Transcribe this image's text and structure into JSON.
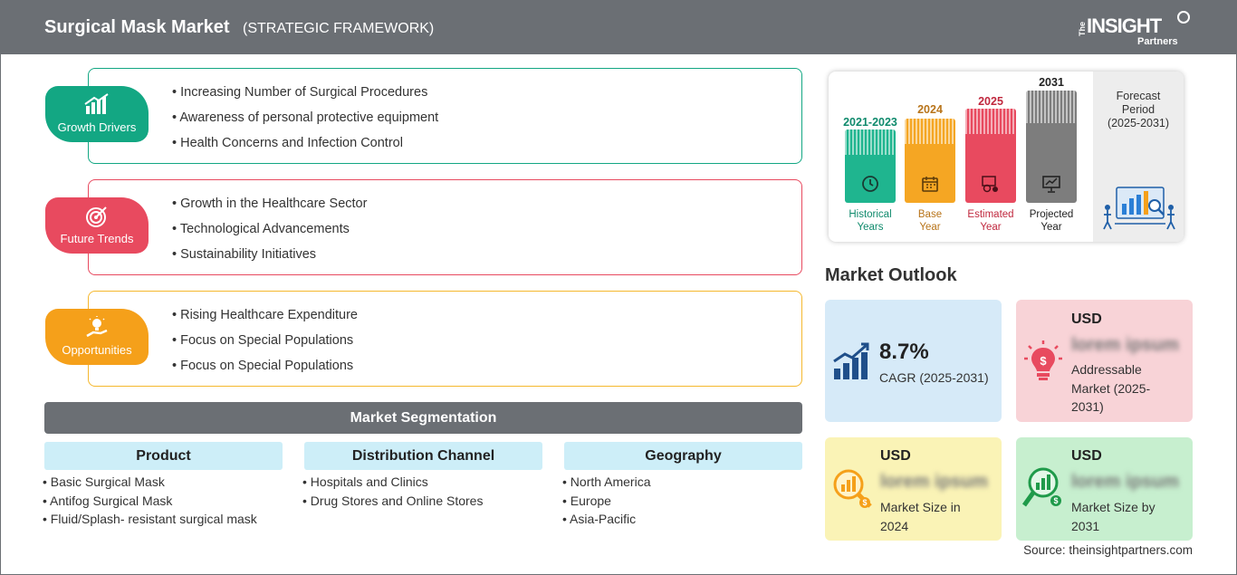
{
  "header": {
    "title": "Surgical Mask Market",
    "subtitle": "(STRATEGIC FRAMEWORK)",
    "logo_the": "The",
    "logo_insight": "INSIGHT",
    "logo_partners": "Partners"
  },
  "drivers": [
    {
      "label": "Growth Drivers",
      "color": "#13a783",
      "icon": "growth-chart-icon",
      "items": [
        "Increasing Number of Surgical Procedures",
        "Awareness of personal protective equipment",
        "Health Concerns and Infection Control"
      ]
    },
    {
      "label": "Future Trends",
      "color": "#e84a5f",
      "icon": "target-icon",
      "items": [
        "Growth in the Healthcare Sector",
        "Technological Advancements",
        "Sustainability Initiatives"
      ]
    },
    {
      "label": "Opportunities",
      "color": "#f5a01a",
      "icon": "idea-hand-icon",
      "items": [
        "Rising Healthcare Expenditure",
        "Focus on Special Populations",
        "Focus on Special Populations"
      ]
    }
  ],
  "segmentation": {
    "title": "Market Segmentation",
    "columns": [
      {
        "heading": "Product",
        "items": [
          "Basic Surgical Mask",
          "Antifog Surgical Mask",
          "Fluid/Splash- resistant surgical mask"
        ]
      },
      {
        "heading": "Distribution Channel",
        "items": [
          "Hospitals and Clinics",
          "Drug Stores and Online Stores"
        ]
      },
      {
        "heading": "Geography",
        "items": [
          "North America",
          "Europe",
          "Asia-Pacific"
        ]
      }
    ]
  },
  "timeline": {
    "columns": [
      {
        "year": "2021-2023",
        "caption_line1": "Historical",
        "caption_line2": "Years",
        "color": "#1fb58f",
        "year_color": "#0f8a6c",
        "icon": "history-icon"
      },
      {
        "year": "2024",
        "caption_line1": "Base",
        "caption_line2": "Year",
        "color": "#f5a623",
        "year_color": "#b8741a",
        "icon": "calendar-icon"
      },
      {
        "year": "2025",
        "caption_line1": "Estimated",
        "caption_line2": "Year",
        "color": "#e84a5f",
        "year_color": "#c0283e",
        "icon": "gears-icon"
      },
      {
        "year": "2031",
        "caption_line1": "Projected",
        "caption_line2": "Year",
        "color": "#7d7d7d",
        "year_color": "#222222",
        "icon": "presentation-icon"
      }
    ],
    "forecast_line1": "Forecast",
    "forecast_line2": "Period",
    "forecast_line3": "(2025-2031)"
  },
  "outlook": {
    "title": "Market Outlook",
    "cagr_value": "8.7%",
    "cagr_label": "CAGR (2025-2031)",
    "addressable": {
      "usd": "USD",
      "value": "lorem ipsum",
      "desc_line1": "Addressable",
      "desc_line2": "Market (2025-",
      "desc_line3": "2031)"
    },
    "size_2024": {
      "usd": "USD",
      "value": "lorem ipsum",
      "desc_line1": "Market Size in",
      "desc_line2": "2024"
    },
    "size_2031": {
      "usd": "USD",
      "value": "lorem ipsum",
      "desc_line1": "Market Size by",
      "desc_line2": "2031"
    }
  },
  "source": "Source: theinsightpartners.com"
}
